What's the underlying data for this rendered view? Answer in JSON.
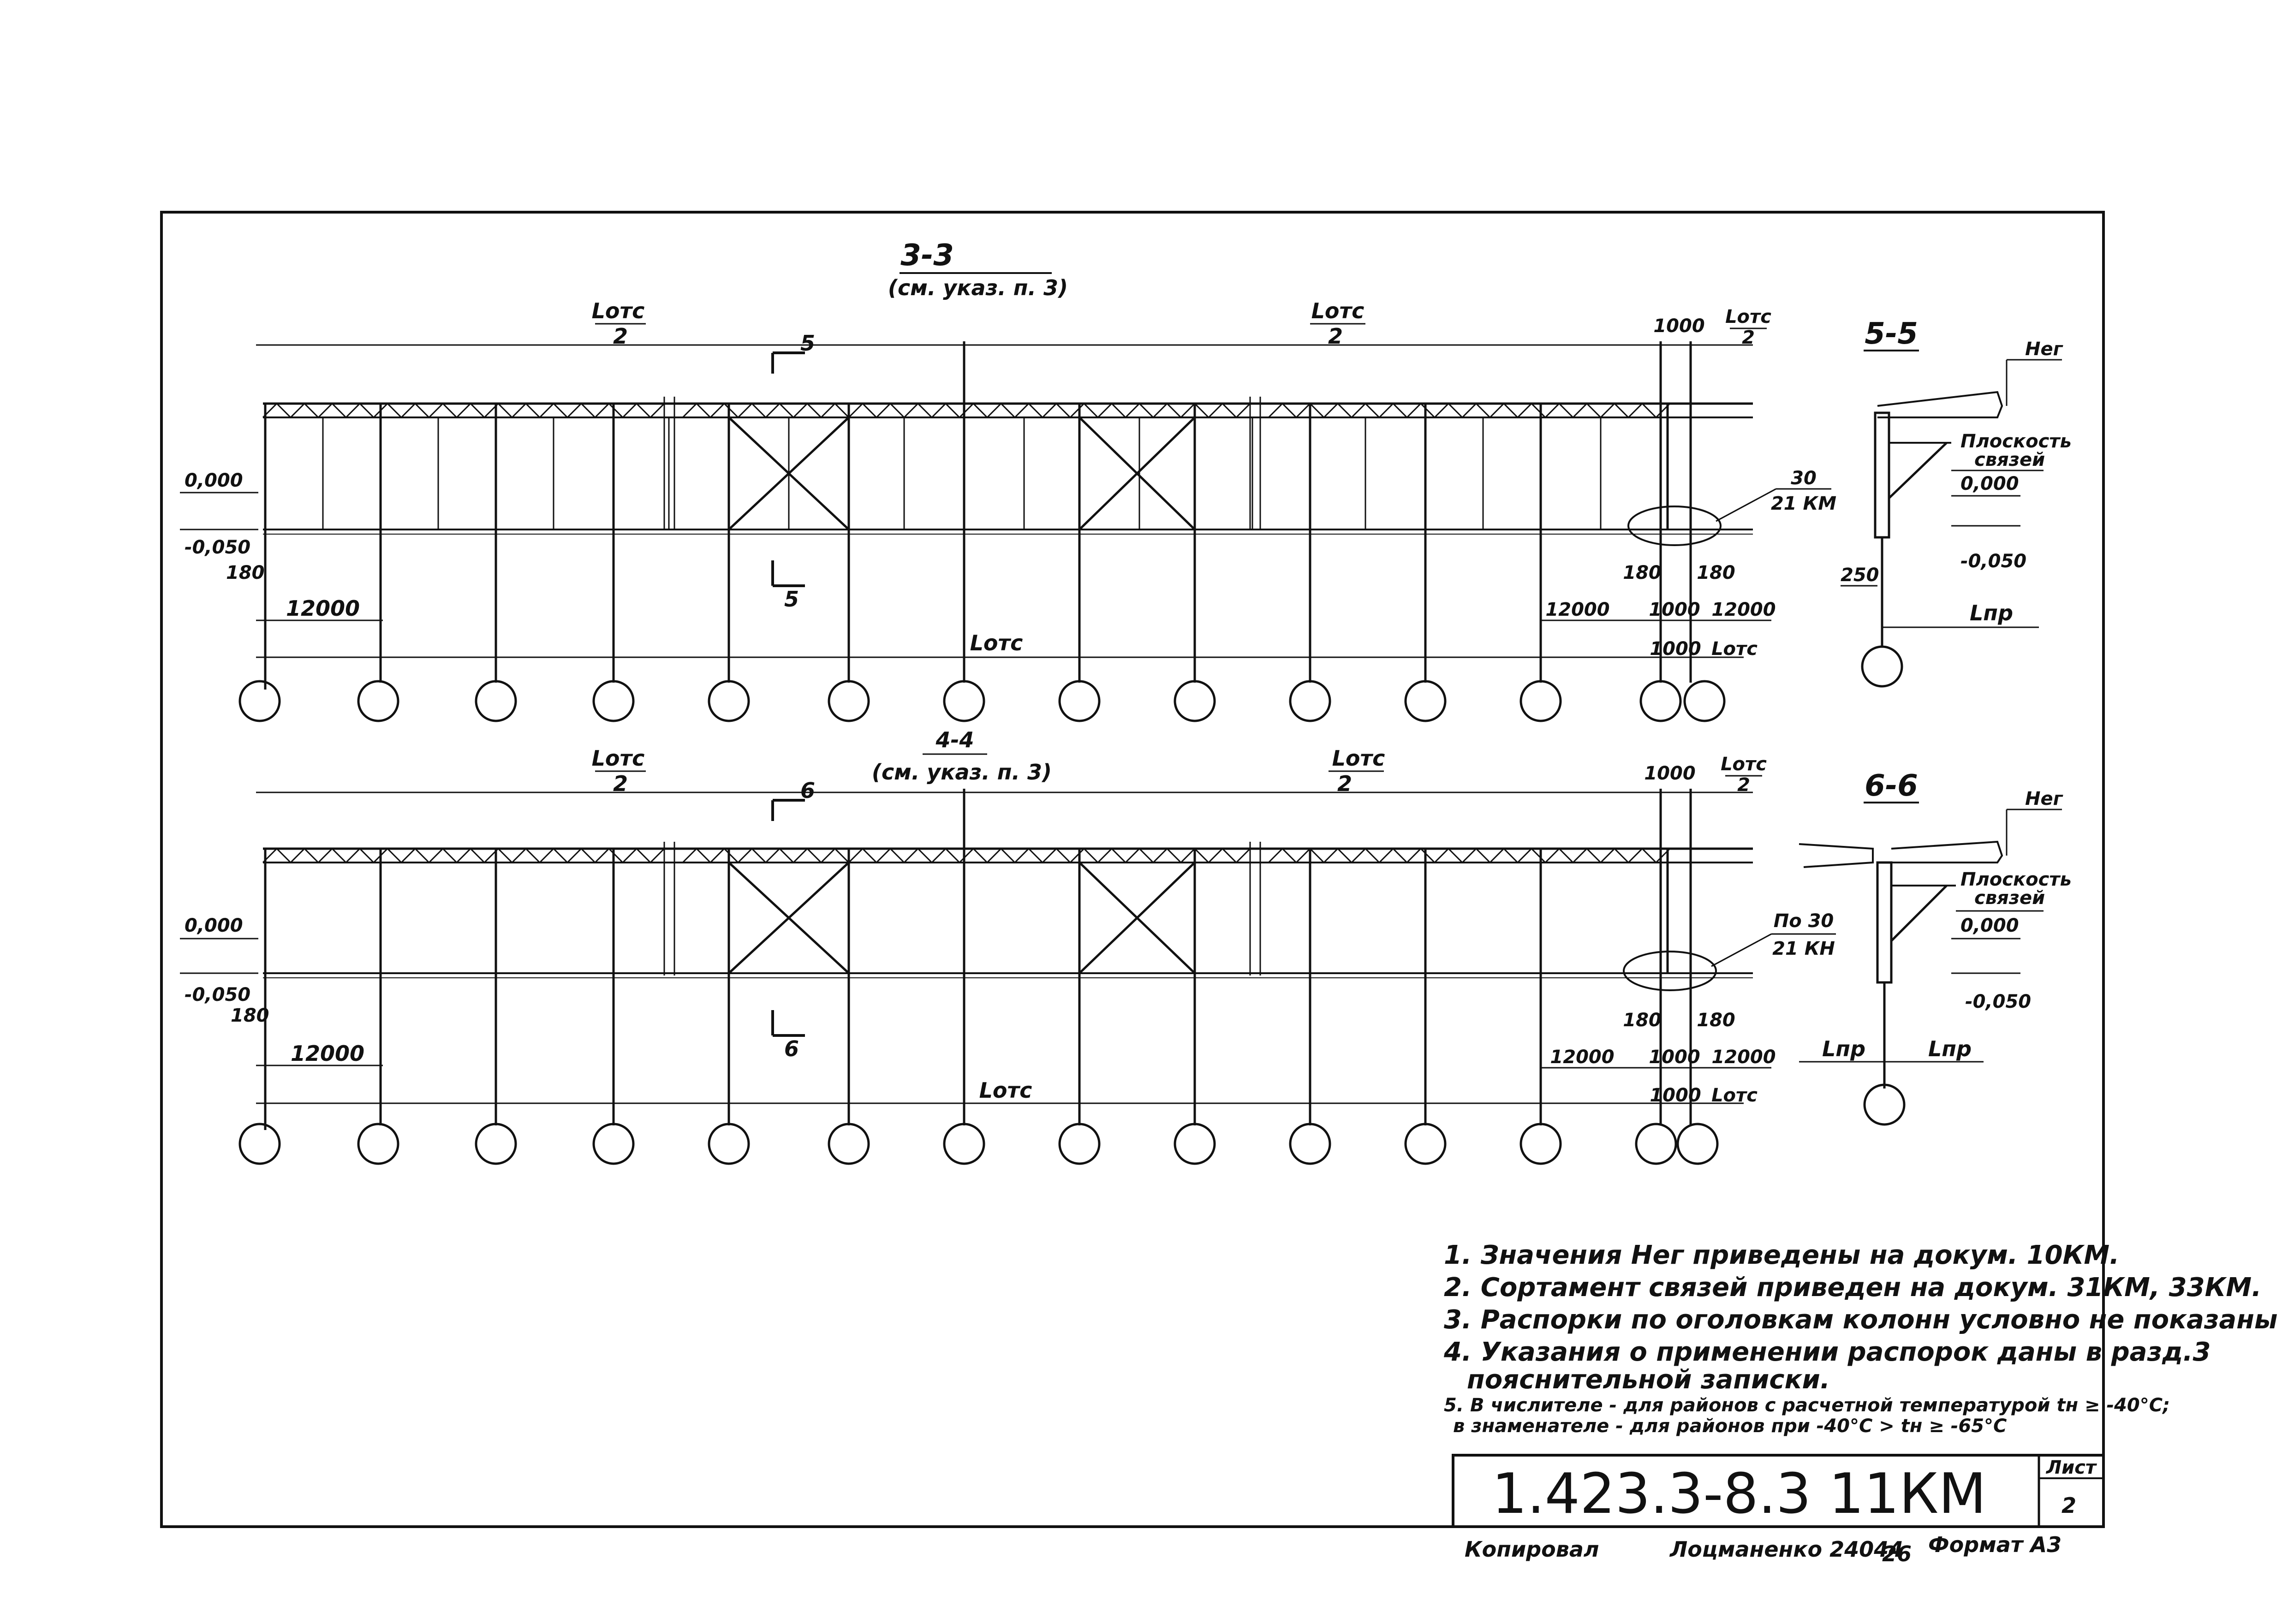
{
  "views": [
    {
      "title": "3-3",
      "subtitle": "(см. указ. п. 3)",
      "label_half_left": "Lотс",
      "label_half_right": "Lотс",
      "denominator": "2",
      "label_gap": "1000",
      "label_end": "Lотс",
      "level_top": "0,000",
      "level_bottom": "-0,050",
      "offset": "180",
      "span": "12000",
      "span_right": "12000",
      "gap_bottom": "1000",
      "offset_left": "180",
      "offset_right": "180",
      "total": "Lотс",
      "total_gap": "1000",
      "total_end": "Lотс",
      "section_mark": "5",
      "callout_num": "30",
      "callout_den": "21 КМ"
    },
    {
      "title": "4-4",
      "subtitle": "(см. указ. п. 3)",
      "label_half_left": "Lотс",
      "label_half_right": "Lотс",
      "denominator": "2",
      "label_gap": "1000",
      "label_end": "Lотс",
      "level_top": "0,000",
      "level_bottom": "-0,050",
      "offset": "180",
      "span": "12000",
      "span_right": "12000",
      "gap_bottom": "1000",
      "offset_left": "180",
      "offset_right": "180",
      "total": "Lотс",
      "total_gap": "1000",
      "total_end": "Lотс",
      "section_mark": "6",
      "callout_num": "По 30",
      "callout_den": "21 КН"
    }
  ],
  "sections": [
    {
      "title": "5-5",
      "force": "Нег",
      "plane1": "Плоскость",
      "plane2": "связей",
      "level_top": "0,000",
      "level_bottom": "-0,050",
      "offset": "250",
      "span": "Lпр"
    },
    {
      "title": "6-6",
      "force": "Нег",
      "plane1": "Плоскость",
      "plane2": "связей",
      "level_top": "0,000",
      "level_bottom": "-0,050",
      "span_left": "Lпр",
      "span_right": "Lпр"
    }
  ],
  "notes": [
    "1. Значения Нег приведены на докум. 10КМ.",
    "2. Сортамент связей приведен на докум. 31КМ, 33КМ.",
    "3. Распорки по оголовкам колонн условно не показаны",
    "4. Указания о применении распорок даны в разд.3",
    "пояснительной записки.",
    "5. В числителе - для районов с расчетной температурой tн ≥ -40°С;",
    "в знаменателе - для районов при -40°С > tн ≥ -65°С"
  ],
  "stamp": {
    "code": "1.423.3-8.3  11КМ",
    "sheet_label": "Лист",
    "sheet_number": "2"
  },
  "footer": {
    "copied": "Копировал",
    "name": "Лоцманенко 24044",
    "num": "26",
    "format": "Формат А3"
  }
}
